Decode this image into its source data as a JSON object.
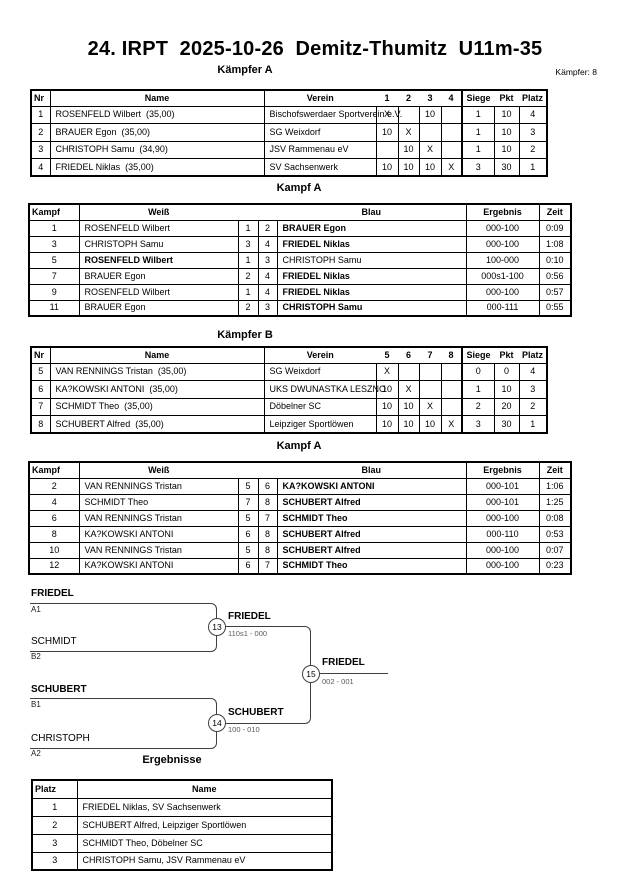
{
  "page": {
    "title": "24. IRPT  2025-10-26  Demitz-Thumitz  U11m-35",
    "fighters_count_label": "Kämpfer: 8"
  },
  "sections": {
    "kaempfer_a": "Kämpfer A",
    "kampf_a1": "Kampf A",
    "kaempfer_b": "Kämpfer B",
    "kampf_a2": "Kampf A",
    "ergebnisse": "Ergebnisse"
  },
  "pool_headers": {
    "nr": "Nr",
    "name": "Name",
    "verein": "Verein",
    "siege": "Siege",
    "pkt": "Pkt",
    "platz": "Platz"
  },
  "pool_a": {
    "round_cols": [
      "1",
      "2",
      "3",
      "4"
    ],
    "rows": [
      {
        "nr": "1",
        "name": "ROSENFELD Wilbert  (35,00)",
        "verein": "Bischofswerdaer Sportverein e.V.",
        "r": [
          "X",
          "",
          "10",
          ""
        ],
        "siege": "1",
        "pkt": "10",
        "platz": "4"
      },
      {
        "nr": "2",
        "name": "BRAUER Egon  (35,00)",
        "verein": "SG Weixdorf",
        "r": [
          "10",
          "X",
          "",
          ""
        ],
        "siege": "1",
        "pkt": "10",
        "platz": "3"
      },
      {
        "nr": "3",
        "name": "CHRISTOPH Samu  (34,90)",
        "verein": "JSV Rammenau eV",
        "r": [
          "",
          "10",
          "X",
          ""
        ],
        "siege": "1",
        "pkt": "10",
        "platz": "2"
      },
      {
        "nr": "4",
        "name": "FRIEDEL Niklas  (35,00)",
        "verein": "SV Sachsenwerk",
        "r": [
          "10",
          "10",
          "10",
          "X"
        ],
        "siege": "3",
        "pkt": "30",
        "platz": "1"
      }
    ]
  },
  "pool_b": {
    "round_cols": [
      "5",
      "6",
      "7",
      "8"
    ],
    "rows": [
      {
        "nr": "5",
        "name": "VAN RENNINGS Tristan  (35,00)",
        "verein": "SG Weixdorf",
        "r": [
          "X",
          "",
          "",
          ""
        ],
        "siege": "0",
        "pkt": "0",
        "platz": "4"
      },
      {
        "nr": "6",
        "name": "KA?KOWSKI ANTONI  (35,00)",
        "verein": "UKS DWUNASTKA LESZNO",
        "r": [
          "10",
          "X",
          "",
          ""
        ],
        "siege": "1",
        "pkt": "10",
        "platz": "3"
      },
      {
        "nr": "7",
        "name": "SCHMIDT Theo  (35,00)",
        "verein": "Döbelner SC",
        "r": [
          "10",
          "10",
          "X",
          ""
        ],
        "siege": "2",
        "pkt": "20",
        "platz": "2"
      },
      {
        "nr": "8",
        "name": "SCHUBERT Alfred  (35,00)",
        "verein": "Leipziger Sportlöwen",
        "r": [
          "10",
          "10",
          "10",
          "X"
        ],
        "siege": "3",
        "pkt": "30",
        "platz": "1"
      }
    ]
  },
  "match_headers": {
    "kampf": "Kampf",
    "weiss": "Weiß",
    "blau": "Blau",
    "ergebnis": "Ergebnis",
    "zeit": "Zeit"
  },
  "matches_a": [
    {
      "no": "1",
      "weiss": "ROSENFELD Wilbert",
      "wb": false,
      "wn": "1",
      "bn": "2",
      "blau": "BRAUER Egon",
      "bb": true,
      "ergebnis": "000-100",
      "zeit": "0:09"
    },
    {
      "no": "3",
      "weiss": "CHRISTOPH Samu",
      "wb": false,
      "wn": "3",
      "bn": "4",
      "blau": "FRIEDEL Niklas",
      "bb": true,
      "ergebnis": "000-100",
      "zeit": "1:08"
    },
    {
      "no": "5",
      "weiss": "ROSENFELD Wilbert",
      "wb": true,
      "wn": "1",
      "bn": "3",
      "blau": "CHRISTOPH Samu",
      "bb": false,
      "ergebnis": "100-000",
      "zeit": "0:10"
    },
    {
      "no": "7",
      "weiss": "BRAUER Egon",
      "wb": false,
      "wn": "2",
      "bn": "4",
      "blau": "FRIEDEL Niklas",
      "bb": true,
      "ergebnis": "000s1-100",
      "zeit": "0:56"
    },
    {
      "no": "9",
      "weiss": "ROSENFELD Wilbert",
      "wb": false,
      "wn": "1",
      "bn": "4",
      "blau": "FRIEDEL Niklas",
      "bb": true,
      "ergebnis": "000-100",
      "zeit": "0:57"
    },
    {
      "no": "11",
      "weiss": "BRAUER Egon",
      "wb": false,
      "wn": "2",
      "bn": "3",
      "blau": "CHRISTOPH Samu",
      "bb": true,
      "ergebnis": "000-111",
      "zeit": "0:55"
    }
  ],
  "matches_b": [
    {
      "no": "2",
      "weiss": "VAN RENNINGS Tristan",
      "wb": false,
      "wn": "5",
      "bn": "6",
      "blau": "KA?KOWSKI ANTONI",
      "bb": true,
      "ergebnis": "000-101",
      "zeit": "1:06"
    },
    {
      "no": "4",
      "weiss": "SCHMIDT Theo",
      "wb": false,
      "wn": "7",
      "bn": "8",
      "blau": "SCHUBERT Alfred",
      "bb": true,
      "ergebnis": "000-101",
      "zeit": "1:25"
    },
    {
      "no": "6",
      "weiss": "VAN RENNINGS Tristan",
      "wb": false,
      "wn": "5",
      "bn": "7",
      "blau": "SCHMIDT Theo",
      "bb": true,
      "ergebnis": "000-100",
      "zeit": "0:08"
    },
    {
      "no": "8",
      "weiss": "KA?KOWSKI ANTONI",
      "wb": false,
      "wn": "6",
      "bn": "8",
      "blau": "SCHUBERT Alfred",
      "bb": true,
      "ergebnis": "000-110",
      "zeit": "0:53"
    },
    {
      "no": "10",
      "weiss": "VAN RENNINGS Tristan",
      "wb": false,
      "wn": "5",
      "bn": "8",
      "blau": "SCHUBERT Alfred",
      "bb": true,
      "ergebnis": "000-100",
      "zeit": "0:07"
    },
    {
      "no": "12",
      "weiss": "KA?KOWSKI ANTONI",
      "wb": false,
      "wn": "6",
      "bn": "7",
      "blau": "SCHMIDT Theo",
      "bb": true,
      "ergebnis": "000-100",
      "zeit": "0:23"
    }
  ],
  "bracket": {
    "semi1": {
      "top_name": "FRIEDEL",
      "top_bold": true,
      "top_seed": "A1",
      "bottom_name": "SCHMIDT",
      "bottom_bold": false,
      "bottom_seed": "B2",
      "match_no": "13",
      "winner": "FRIEDEL",
      "score": "110s1 - 000"
    },
    "semi2": {
      "top_name": "SCHUBERT",
      "top_bold": true,
      "top_seed": "B1",
      "bottom_name": "CHRISTOPH",
      "bottom_bold": false,
      "bottom_seed": "A2",
      "match_no": "14",
      "winner": "SCHUBERT",
      "score": "100 - 010"
    },
    "final": {
      "match_no": "15",
      "winner": "FRIEDEL",
      "score": "002 - 001"
    }
  },
  "results": {
    "headers": {
      "platz": "Platz",
      "name": "Name"
    },
    "rows": [
      {
        "platz": "1",
        "name": "FRIEDEL Niklas, SV Sachsenwerk"
      },
      {
        "platz": "2",
        "name": "SCHUBERT Alfred, Leipziger Sportlöwen"
      },
      {
        "platz": "3",
        "name": "SCHMIDT Theo, Döbelner SC"
      },
      {
        "platz": "3",
        "name": "CHRISTOPH Samu, JSV Rammenau eV"
      }
    ]
  }
}
